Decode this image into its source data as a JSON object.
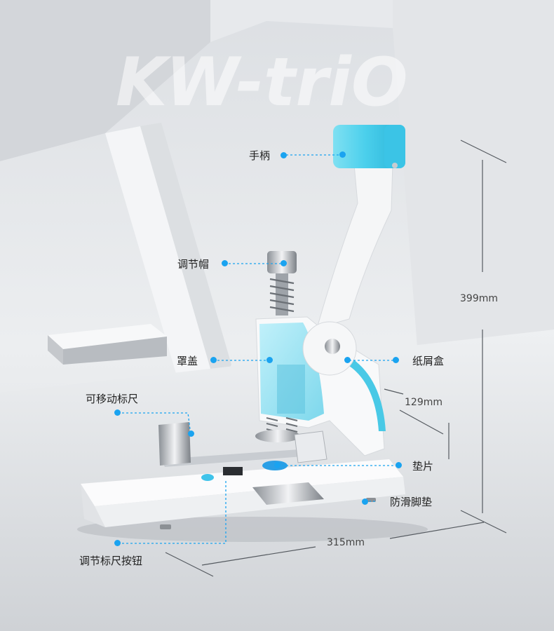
{
  "watermark": "KW-triO",
  "colors": {
    "accent": "#1aa3f0",
    "cyan": "#56d4ec",
    "body_white": "#f8f9fa",
    "background": "#e9ebee"
  },
  "labels": {
    "handle": "手柄",
    "adjust_cap": "调节帽",
    "cover": "罩盖",
    "scrap_box": "纸屑盒",
    "movable_ruler": "可移动标尺",
    "pad": "垫片",
    "anti_slip_feet": "防滑脚垫",
    "ruler_button": "调节标尺按钮"
  },
  "dimensions": {
    "height": "399mm",
    "depth": "129mm",
    "width": "315mm"
  }
}
